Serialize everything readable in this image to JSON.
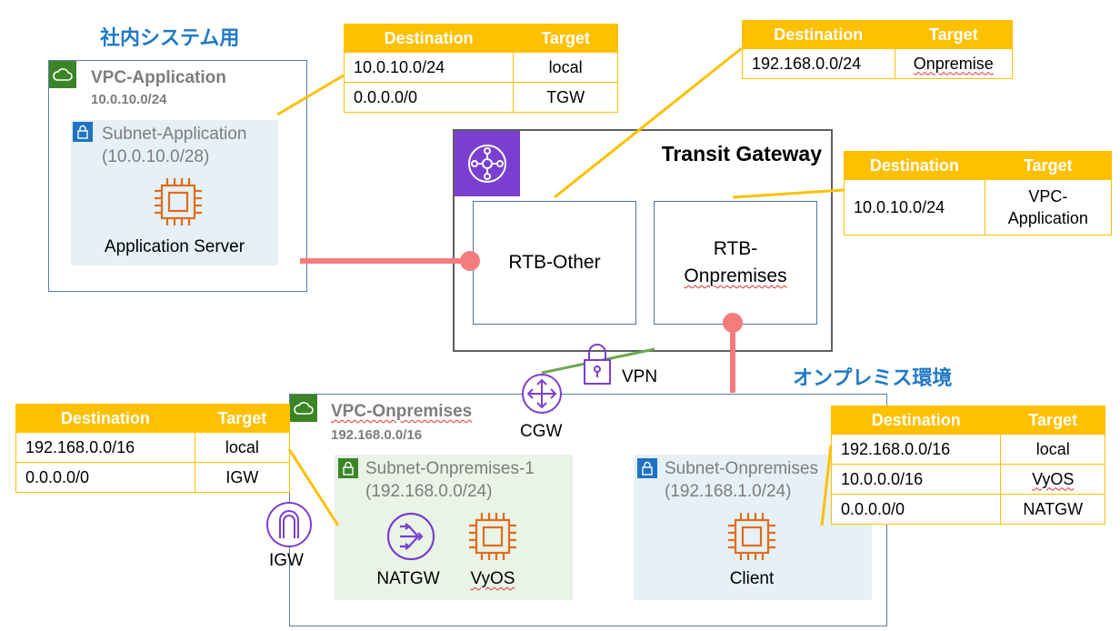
{
  "titles": {
    "internal": "社内システム用",
    "onprem": "オンプレミス環境"
  },
  "vpc_application": {
    "name": "VPC-Application",
    "cidr": "10.0.10.0/24",
    "subnet": {
      "name": "Subnet-Application",
      "cidr": "(10.0.10.0/28)"
    },
    "server_label": "Application Server",
    "route_table": {
      "headers": [
        "Destination",
        "Target"
      ],
      "rows": [
        [
          "10.0.10.0/24",
          "local"
        ],
        [
          "0.0.0.0/0",
          "TGW"
        ]
      ]
    }
  },
  "transit_gateway": {
    "title": "Transit Gateway",
    "rtb_other": {
      "label": "RTB-Other",
      "route_table": {
        "headers": [
          "Destination",
          "Target"
        ],
        "rows": [
          [
            "192.168.0.0/24",
            "Onpremise"
          ]
        ]
      }
    },
    "rtb_onprem": {
      "label_line1": "RTB-",
      "label_line2": "Onpremises",
      "route_table": {
        "headers": [
          "Destination",
          "Target"
        ],
        "rows": [
          [
            "10.0.10.0/24",
            "VPC-",
            "Application"
          ]
        ]
      }
    }
  },
  "vpn": {
    "label": "VPN",
    "cgw_label": "CGW"
  },
  "vpc_onprem": {
    "name": "VPC-Onpremises",
    "cidr": "192.168.0.0/16",
    "igw_label": "IGW",
    "subnet1": {
      "name": "Subnet-Onpremises-1",
      "cidr": "(192.168.0.0/24)",
      "natgw_label": "NATGW",
      "vyos_label": "VyOS"
    },
    "subnet2": {
      "name": "Subnet-Onpremises",
      "cidr": "(192.168.1.0/24)",
      "client_label": "Client"
    },
    "route_table_left": {
      "headers": [
        "Destination",
        "Target"
      ],
      "rows": [
        [
          "192.168.0.0/16",
          "local"
        ],
        [
          "0.0.0.0/0",
          "IGW"
        ]
      ]
    },
    "route_table_right": {
      "headers": [
        "Destination",
        "Target"
      ],
      "rows": [
        [
          "192.168.0.0/16",
          "local"
        ],
        [
          "10.0.0.0/16",
          "VyOS"
        ],
        [
          "0.0.0.0/0",
          "NATGW"
        ]
      ]
    }
  },
  "colors": {
    "title": "#1f7ac8",
    "table_header": "#ffc000",
    "link": "#f47c7c",
    "vpn_line": "#6aa84f",
    "aws_purple": "#7a3fd0",
    "ec2_orange": "#e06c1a",
    "vpc_green": "#3b8526"
  }
}
